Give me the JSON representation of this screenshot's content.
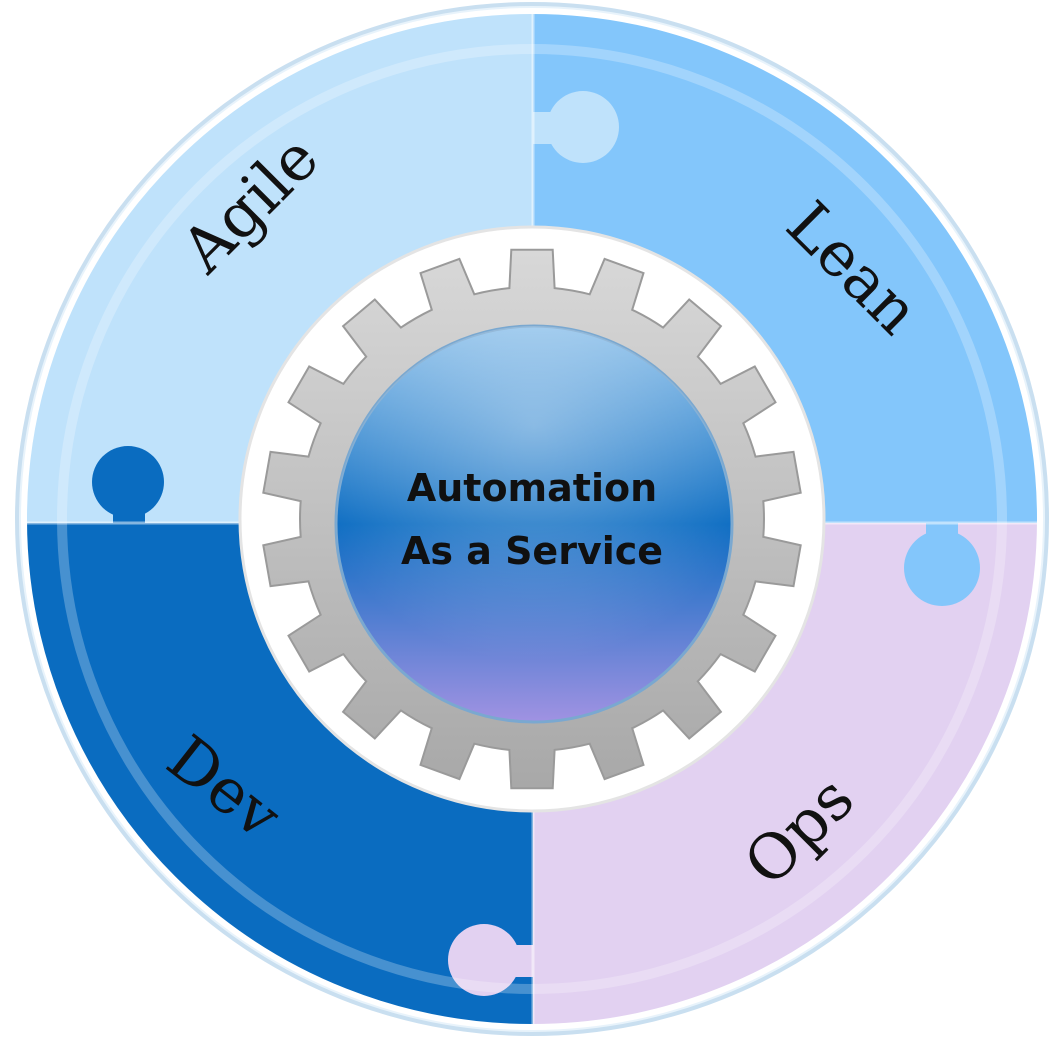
{
  "center": {
    "line1": "Automation",
    "line2": "As a Service"
  },
  "segments": {
    "agile": {
      "label": "Agile",
      "color": "#bfe2fb"
    },
    "lean": {
      "label": "Lean",
      "color": "#83c6fb"
    },
    "dev": {
      "label": "Dev",
      "color": "#0a6cc0"
    },
    "ops": {
      "label": "Ops",
      "color": "#e2d1f1"
    }
  },
  "colors": {
    "gear_fill": "#bcbcbc",
    "gear_stroke": "#9a9a9a",
    "hub_top": "#7fb6e6",
    "hub_mid": "#0b6cc2",
    "hub_bottom": "#a08fe0"
  }
}
